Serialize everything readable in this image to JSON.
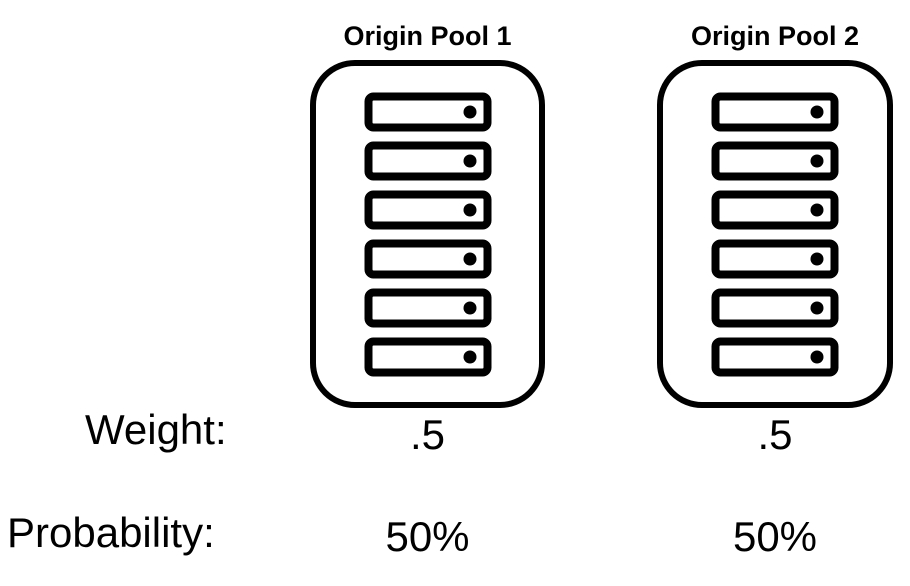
{
  "pools": [
    {
      "title": "Origin Pool 1",
      "server_count": 6,
      "weight": ".5",
      "probability": "50%"
    },
    {
      "title": "Origin Pool 2",
      "server_count": 6,
      "weight": ".5",
      "probability": "50%"
    }
  ],
  "row_labels": {
    "weight": "Weight:",
    "probability": "Probability:"
  },
  "icons": {
    "server": "server-icon"
  },
  "colors": {
    "ink": "#000000",
    "background": "#ffffff"
  }
}
